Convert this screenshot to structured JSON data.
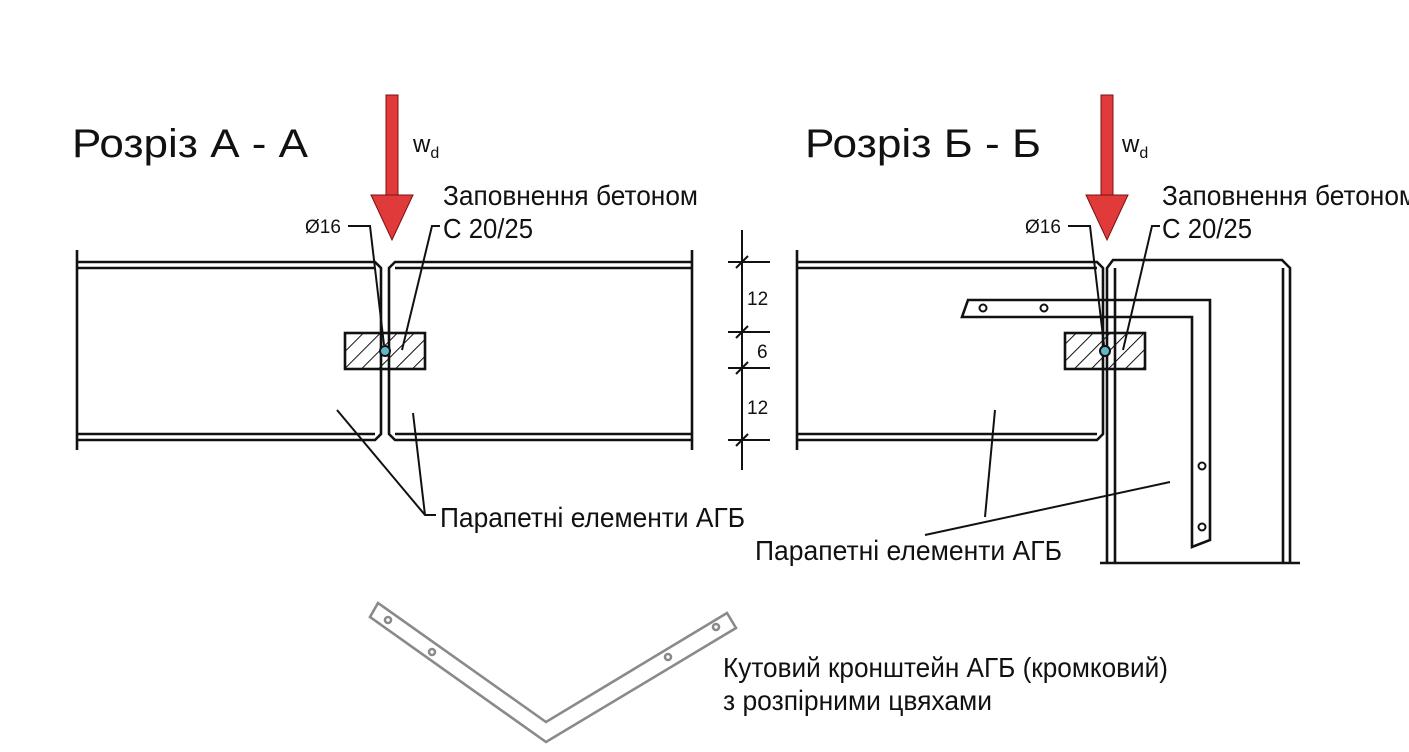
{
  "section_a": {
    "title": "Розріз А - А",
    "load_symbol": "w",
    "load_subscript": "d",
    "bar_label": "Ø16",
    "fill_label_line1": "Заповнення бетоном",
    "fill_label_line2": "C 20/25",
    "elements_label": "Парапетні елементи АГБ",
    "dimensions": [
      "12",
      "6",
      "12"
    ]
  },
  "section_b": {
    "title": "Розріз Б - Б",
    "load_symbol": "w",
    "load_subscript": "d",
    "bar_label": "Ø16",
    "fill_label_line1": "Заповнення бетоном",
    "fill_label_line2": "C 20/25",
    "elements_label": "Парапетні елементи АГБ"
  },
  "bracket": {
    "label_line1": "Кутовий кронштейн АГБ (кромковий)",
    "label_line2": "з розпірними цвяхами"
  },
  "colors": {
    "load_arrow": "#e03a3a",
    "bracket": "#8a8a8a",
    "bar": "#5fb7c9"
  }
}
